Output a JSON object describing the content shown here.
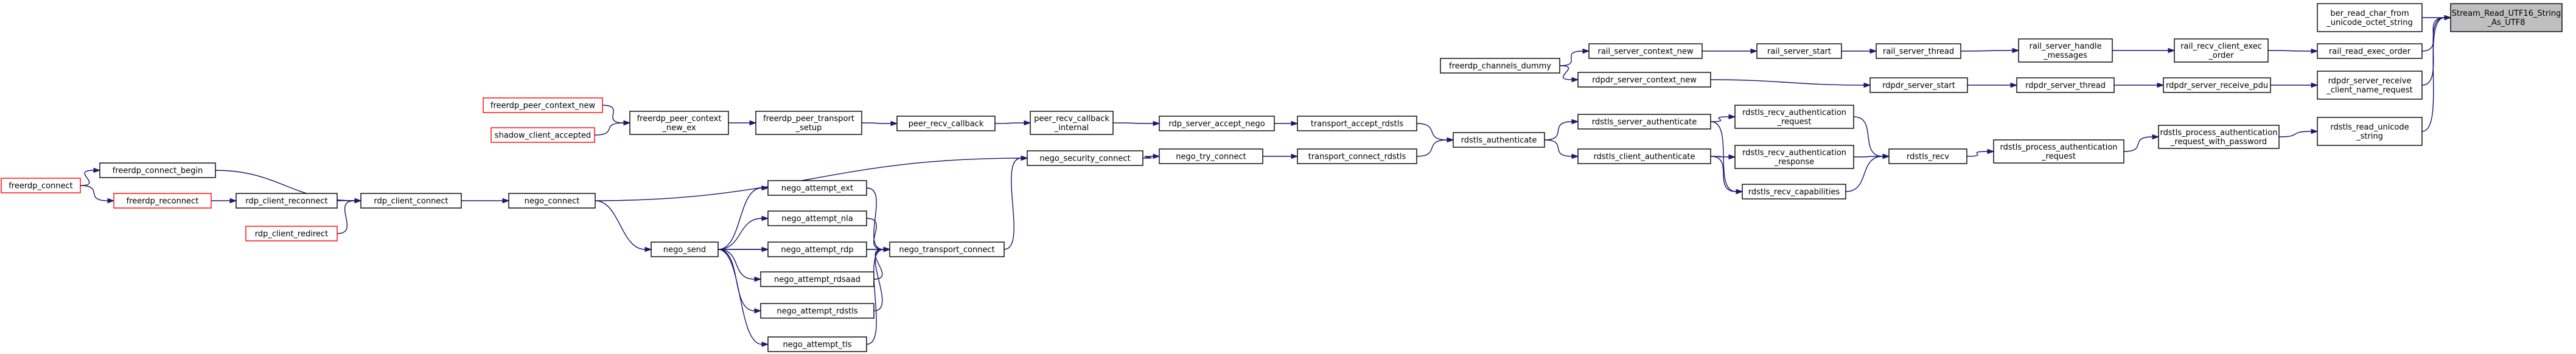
{
  "nodes": [
    {
      "id": "root",
      "lines": [
        "Stream_Read_UTF16_String",
        "_As_UTF8"
      ],
      "root": true
    },
    {
      "id": "ber",
      "lines": [
        "ber_read_char_from",
        "_unicode_octet_string"
      ]
    },
    {
      "id": "rail_read_exec",
      "lines": [
        "rail_read_exec_order"
      ]
    },
    {
      "id": "rdpdr_recv_name",
      "lines": [
        "rdpdr_server_receive",
        "_client_name_request"
      ]
    },
    {
      "id": "rdstls_read_unicode",
      "lines": [
        "rdstls_read_unicode",
        "_string"
      ]
    },
    {
      "id": "rail_recv_client",
      "lines": [
        "rail_recv_client_exec",
        "_order"
      ]
    },
    {
      "id": "rdpdr_recv_pdu",
      "lines": [
        "rdpdr_server_receive_pdu"
      ]
    },
    {
      "id": "rdstls_pa_pwd",
      "lines": [
        "rdstls_process_authentication",
        "_request_with_password"
      ]
    },
    {
      "id": "rail_handle",
      "lines": [
        "rail_server_handle",
        "_messages"
      ]
    },
    {
      "id": "rdpdr_thread",
      "lines": [
        "rdpdr_server_thread"
      ]
    },
    {
      "id": "rdstls_pa_req",
      "lines": [
        "rdstls_process_authentication",
        "_request"
      ]
    },
    {
      "id": "rail_thread",
      "lines": [
        "rail_server_thread"
      ]
    },
    {
      "id": "rdpdr_start",
      "lines": [
        "rdpdr_server_start"
      ]
    },
    {
      "id": "rdstls_recv",
      "lines": [
        "rdstls_recv"
      ]
    },
    {
      "id": "rail_start",
      "lines": [
        "rail_server_start"
      ]
    },
    {
      "id": "rdstls_recv_auth_req",
      "lines": [
        "rdstls_recv_authentication",
        "_request"
      ]
    },
    {
      "id": "rdstls_recv_auth_resp",
      "lines": [
        "rdstls_recv_authentication",
        "_response"
      ]
    },
    {
      "id": "rdstls_recv_caps",
      "lines": [
        "rdstls_recv_capabilities"
      ]
    },
    {
      "id": "rail_ctx",
      "lines": [
        "rail_server_context_new"
      ]
    },
    {
      "id": "rdpdr_ctx",
      "lines": [
        "rdpdr_server_context_new"
      ]
    },
    {
      "id": "rdstls_server_auth",
      "lines": [
        "rdstls_server_authenticate"
      ]
    },
    {
      "id": "rdstls_client_auth",
      "lines": [
        "rdstls_client_authenticate"
      ]
    },
    {
      "id": "dummy",
      "lines": [
        "freerdp_channels_dummy"
      ]
    },
    {
      "id": "rdstls_auth",
      "lines": [
        "rdstls_authenticate"
      ]
    },
    {
      "id": "transport_accept",
      "lines": [
        "transport_accept_rdstls"
      ]
    },
    {
      "id": "transport_connect",
      "lines": [
        "transport_connect_rdstls"
      ]
    },
    {
      "id": "rdp_accept",
      "lines": [
        "rdp_server_accept_nego"
      ]
    },
    {
      "id": "nego_try",
      "lines": [
        "nego_try_connect"
      ]
    },
    {
      "id": "peer_internal",
      "lines": [
        "peer_recv_callback",
        "_internal"
      ]
    },
    {
      "id": "nego_sec",
      "lines": [
        "nego_security_connect"
      ]
    },
    {
      "id": "peer_recv",
      "lines": [
        "peer_recv_callback"
      ]
    },
    {
      "id": "transport_setup",
      "lines": [
        "freerdp_peer_transport",
        "_setup"
      ]
    },
    {
      "id": "peer_ctx",
      "lines": [
        "freerdp_peer_context",
        "_new_ex"
      ]
    },
    {
      "id": "peer_ctx_new",
      "lines": [
        "freerdp_peer_context_new"
      ],
      "red": true
    },
    {
      "id": "shadow",
      "lines": [
        "shadow_client_accepted"
      ],
      "red": true
    },
    {
      "id": "nego_transport",
      "lines": [
        "nego_transport_connect"
      ]
    },
    {
      "id": "att_ext",
      "lines": [
        "nego_attempt_ext"
      ]
    },
    {
      "id": "att_nla",
      "lines": [
        "nego_attempt_nla"
      ]
    },
    {
      "id": "att_rdp",
      "lines": [
        "nego_attempt_rdp"
      ]
    },
    {
      "id": "att_rdsaad",
      "lines": [
        "nego_attempt_rdsaad"
      ]
    },
    {
      "id": "att_rdstls",
      "lines": [
        "nego_attempt_rdstls"
      ]
    },
    {
      "id": "att_tls",
      "lines": [
        "nego_attempt_tls"
      ]
    },
    {
      "id": "nego_send",
      "lines": [
        "nego_send"
      ]
    },
    {
      "id": "nego_connect",
      "lines": [
        "nego_connect"
      ]
    },
    {
      "id": "rdp_client_connect",
      "lines": [
        "rdp_client_connect"
      ]
    },
    {
      "id": "connect_begin",
      "lines": [
        "freerdp_connect_begin"
      ]
    },
    {
      "id": "rdp_reconnect",
      "lines": [
        "rdp_client_reconnect"
      ]
    },
    {
      "id": "rdp_redirect",
      "lines": [
        "rdp_client_redirect"
      ],
      "red": true
    },
    {
      "id": "freerdp_reconnect",
      "lines": [
        "freerdp_reconnect"
      ],
      "red": true
    },
    {
      "id": "freerdp_connect",
      "lines": [
        "freerdp_connect"
      ],
      "red": true
    }
  ],
  "edges": [
    [
      "ber",
      "root"
    ],
    [
      "rail_read_exec",
      "root"
    ],
    [
      "rdpdr_recv_name",
      "root"
    ],
    [
      "rdstls_read_unicode",
      "root"
    ],
    [
      "rail_recv_client",
      "rail_read_exec"
    ],
    [
      "rdpdr_recv_pdu",
      "rdpdr_recv_name"
    ],
    [
      "rdstls_pa_pwd",
      "rdstls_read_unicode"
    ],
    [
      "rail_handle",
      "rail_recv_client"
    ],
    [
      "rdpdr_thread",
      "rdpdr_recv_pdu"
    ],
    [
      "rdstls_pa_req",
      "rdstls_pa_pwd"
    ],
    [
      "rail_thread",
      "rail_handle"
    ],
    [
      "rdpdr_start",
      "rdpdr_thread"
    ],
    [
      "rdstls_recv",
      "rdstls_pa_req"
    ],
    [
      "rail_start",
      "rail_thread"
    ],
    [
      "rdpdr_ctx",
      "rdpdr_start"
    ],
    [
      "rdstls_recv_auth_req",
      "rdstls_recv"
    ],
    [
      "rdstls_recv_auth_resp",
      "rdstls_recv"
    ],
    [
      "rdstls_recv_caps",
      "rdstls_recv"
    ],
    [
      "rail_ctx",
      "rail_start"
    ],
    [
      "rdstls_server_auth",
      "rdstls_recv_auth_req"
    ],
    [
      "rdstls_server_auth",
      "rdstls_recv_caps"
    ],
    [
      "rdstls_client_auth",
      "rdstls_recv_auth_resp"
    ],
    [
      "rdstls_client_auth",
      "rdstls_recv_caps"
    ],
    [
      "dummy",
      "rail_ctx"
    ],
    [
      "dummy",
      "rdpdr_ctx"
    ],
    [
      "rdstls_auth",
      "rdstls_server_auth"
    ],
    [
      "rdstls_auth",
      "rdstls_client_auth"
    ],
    [
      "transport_accept",
      "rdstls_auth"
    ],
    [
      "transport_connect",
      "rdstls_auth"
    ],
    [
      "rdp_accept",
      "transport_accept"
    ],
    [
      "nego_try",
      "transport_connect"
    ],
    [
      "peer_internal",
      "rdp_accept"
    ],
    [
      "nego_sec",
      "nego_try"
    ],
    [
      "peer_recv",
      "peer_internal"
    ],
    [
      "transport_setup",
      "peer_recv"
    ],
    [
      "peer_ctx",
      "transport_setup"
    ],
    [
      "peer_ctx_new",
      "peer_ctx"
    ],
    [
      "shadow",
      "peer_ctx"
    ],
    [
      "nego_transport",
      "nego_sec"
    ],
    [
      "att_ext",
      "nego_transport"
    ],
    [
      "att_nla",
      "nego_transport"
    ],
    [
      "att_rdp",
      "nego_transport"
    ],
    [
      "att_rdsaad",
      "nego_transport"
    ],
    [
      "att_rdstls",
      "nego_transport"
    ],
    [
      "att_tls",
      "nego_transport"
    ],
    [
      "nego_send",
      "nego_transport"
    ],
    [
      "nego_send",
      "att_ext"
    ],
    [
      "nego_send",
      "att_nla"
    ],
    [
      "nego_send",
      "att_rdp"
    ],
    [
      "nego_send",
      "att_rdsaad"
    ],
    [
      "nego_send",
      "att_rdstls"
    ],
    [
      "nego_send",
      "att_tls"
    ],
    [
      "nego_connect",
      "nego_sec"
    ],
    [
      "nego_connect",
      "nego_send"
    ],
    [
      "rdp_client_connect",
      "nego_connect"
    ],
    [
      "connect_begin",
      "rdp_client_connect"
    ],
    [
      "rdp_reconnect",
      "rdp_client_connect"
    ],
    [
      "rdp_redirect",
      "rdp_client_connect"
    ],
    [
      "freerdp_reconnect",
      "rdp_reconnect"
    ],
    [
      "freerdp_connect",
      "connect_begin"
    ],
    [
      "freerdp_connect",
      "freerdp_reconnect"
    ]
  ]
}
